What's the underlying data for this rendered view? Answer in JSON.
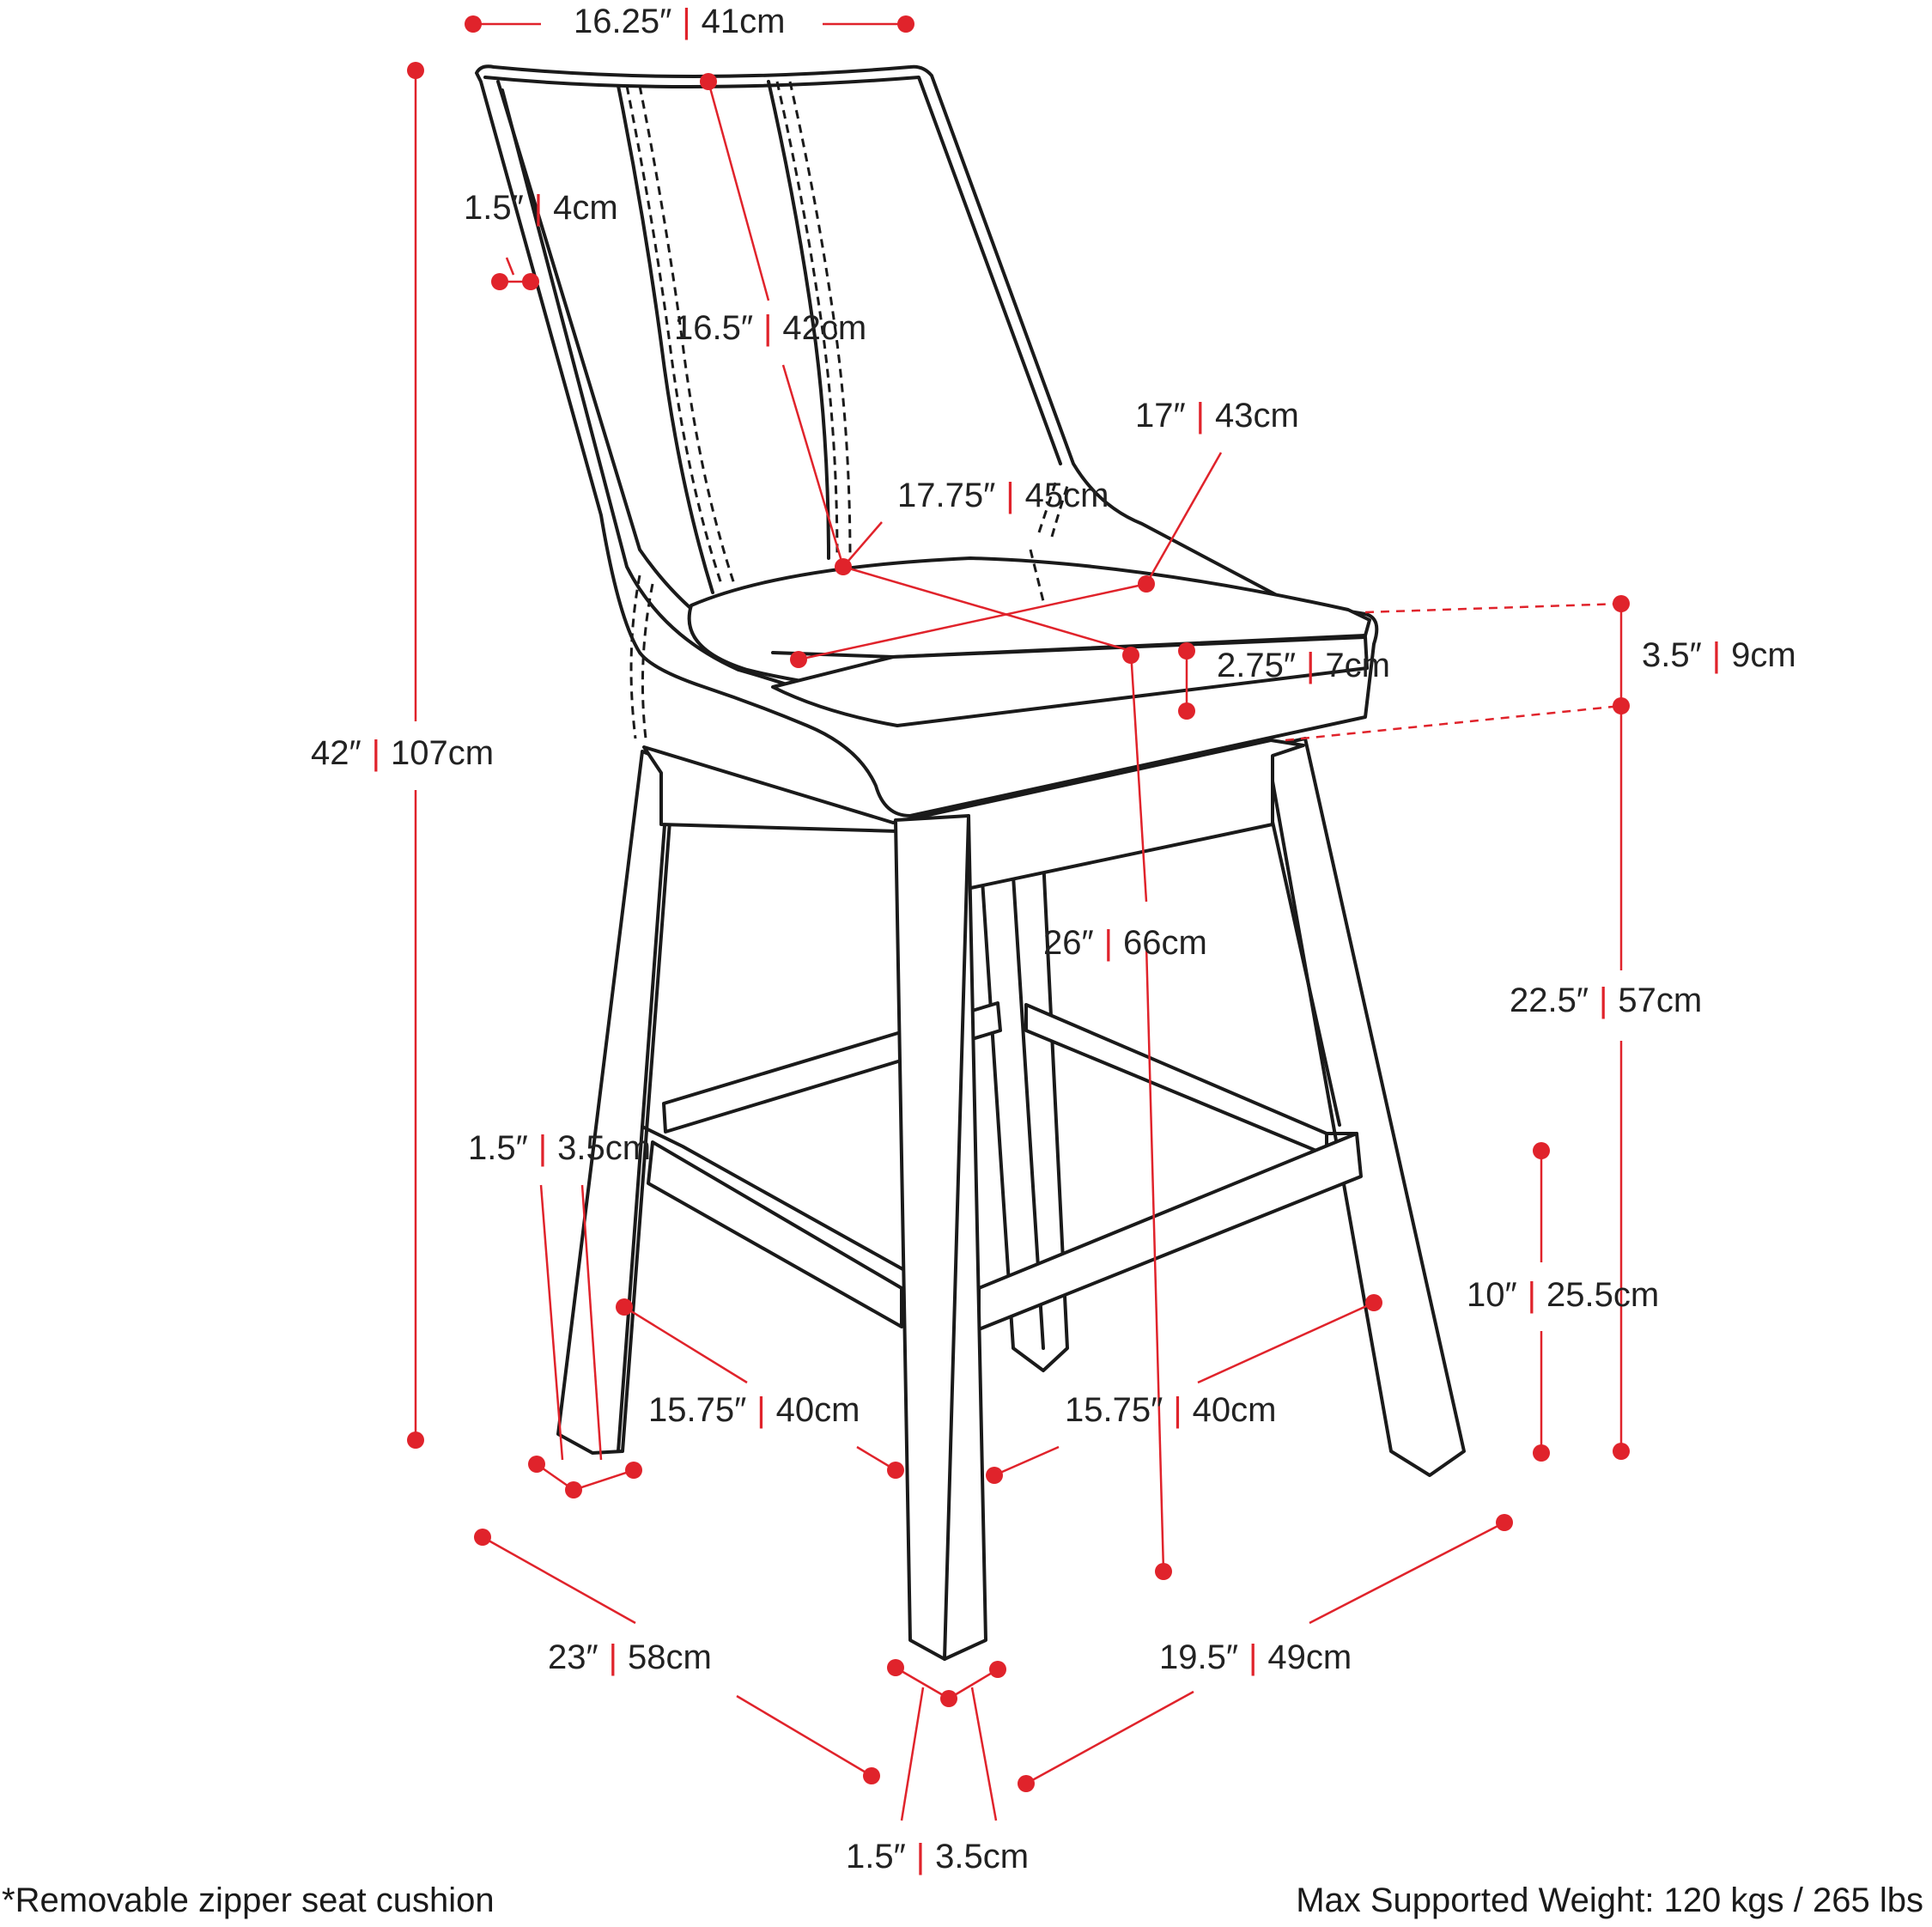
{
  "colors": {
    "accent": "#e0232b",
    "line": "#1a1a1a",
    "background": "#ffffff"
  },
  "dimensions": {
    "back_width": {
      "imperial": "16.25″",
      "metric": "41cm"
    },
    "frame_thickness": {
      "imperial": "1.5″",
      "metric": "4cm"
    },
    "back_height": {
      "imperial": "16.5″",
      "metric": "42cm"
    },
    "seat_depth": {
      "imperial": "17″",
      "metric": "43cm"
    },
    "seat_width": {
      "imperial": "17.75″",
      "metric": "45cm"
    },
    "cushion_thickness": {
      "imperial": "2.75″",
      "metric": "7cm"
    },
    "seat_frame_height": {
      "imperial": "3.5″",
      "metric": "9cm"
    },
    "total_height": {
      "imperial": "42″",
      "metric": "107cm"
    },
    "seat_height": {
      "imperial": "26″",
      "metric": "66cm"
    },
    "arm_to_floor": {
      "imperial": "22.5″",
      "metric": "57cm"
    },
    "leg_width_left": {
      "imperial": "1.5″",
      "metric": "3.5cm"
    },
    "footrest_height": {
      "imperial": "10″",
      "metric": "25.5cm"
    },
    "footrest_depth_left": {
      "imperial": "15.75″",
      "metric": "40cm"
    },
    "footrest_depth_right": {
      "imperial": "15.75″",
      "metric": "40cm"
    },
    "base_depth": {
      "imperial": "23″",
      "metric": "58cm"
    },
    "base_width": {
      "imperial": "19.5″",
      "metric": "49cm"
    },
    "leg_width_front": {
      "imperial": "1.5″",
      "metric": "3.5cm"
    }
  },
  "separator": "|",
  "footer": {
    "note": "*Removable zipper seat cushion",
    "max_weight": "Max Supported Weight: 120 kgs / 265 lbs"
  }
}
